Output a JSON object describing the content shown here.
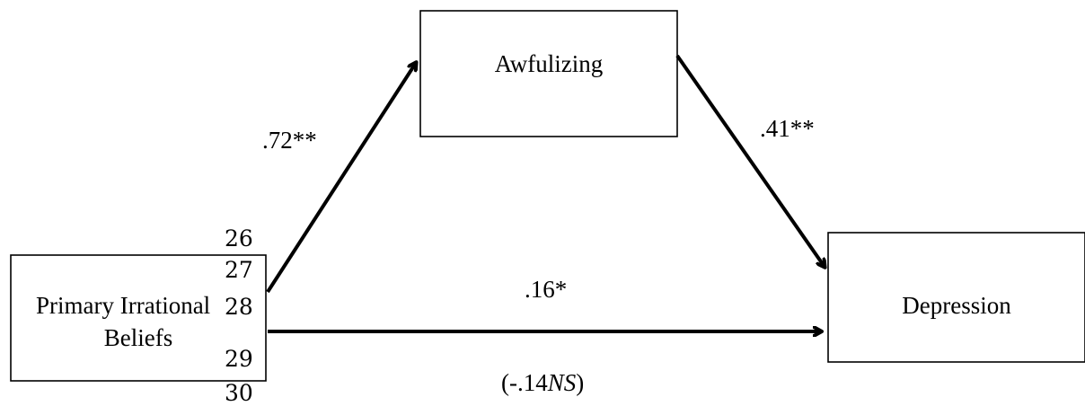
{
  "nodes": {
    "predictor": {
      "label_line1": "Primary Irrational",
      "label_line2": "Beliefs"
    },
    "mediator": {
      "label": "Awfulizing"
    },
    "outcome": {
      "label": "Depression"
    }
  },
  "paths": {
    "a": ".72**",
    "b": ".41**",
    "c_prime": ".16*",
    "c_total_prefix": "(-.14",
    "c_total_italic": "NS",
    "c_total_suffix": ")"
  },
  "line_numbers": [
    "26",
    "27",
    "28",
    "29",
    "30"
  ],
  "colors": {
    "stroke": "#000000",
    "background": "#ffffff"
  }
}
